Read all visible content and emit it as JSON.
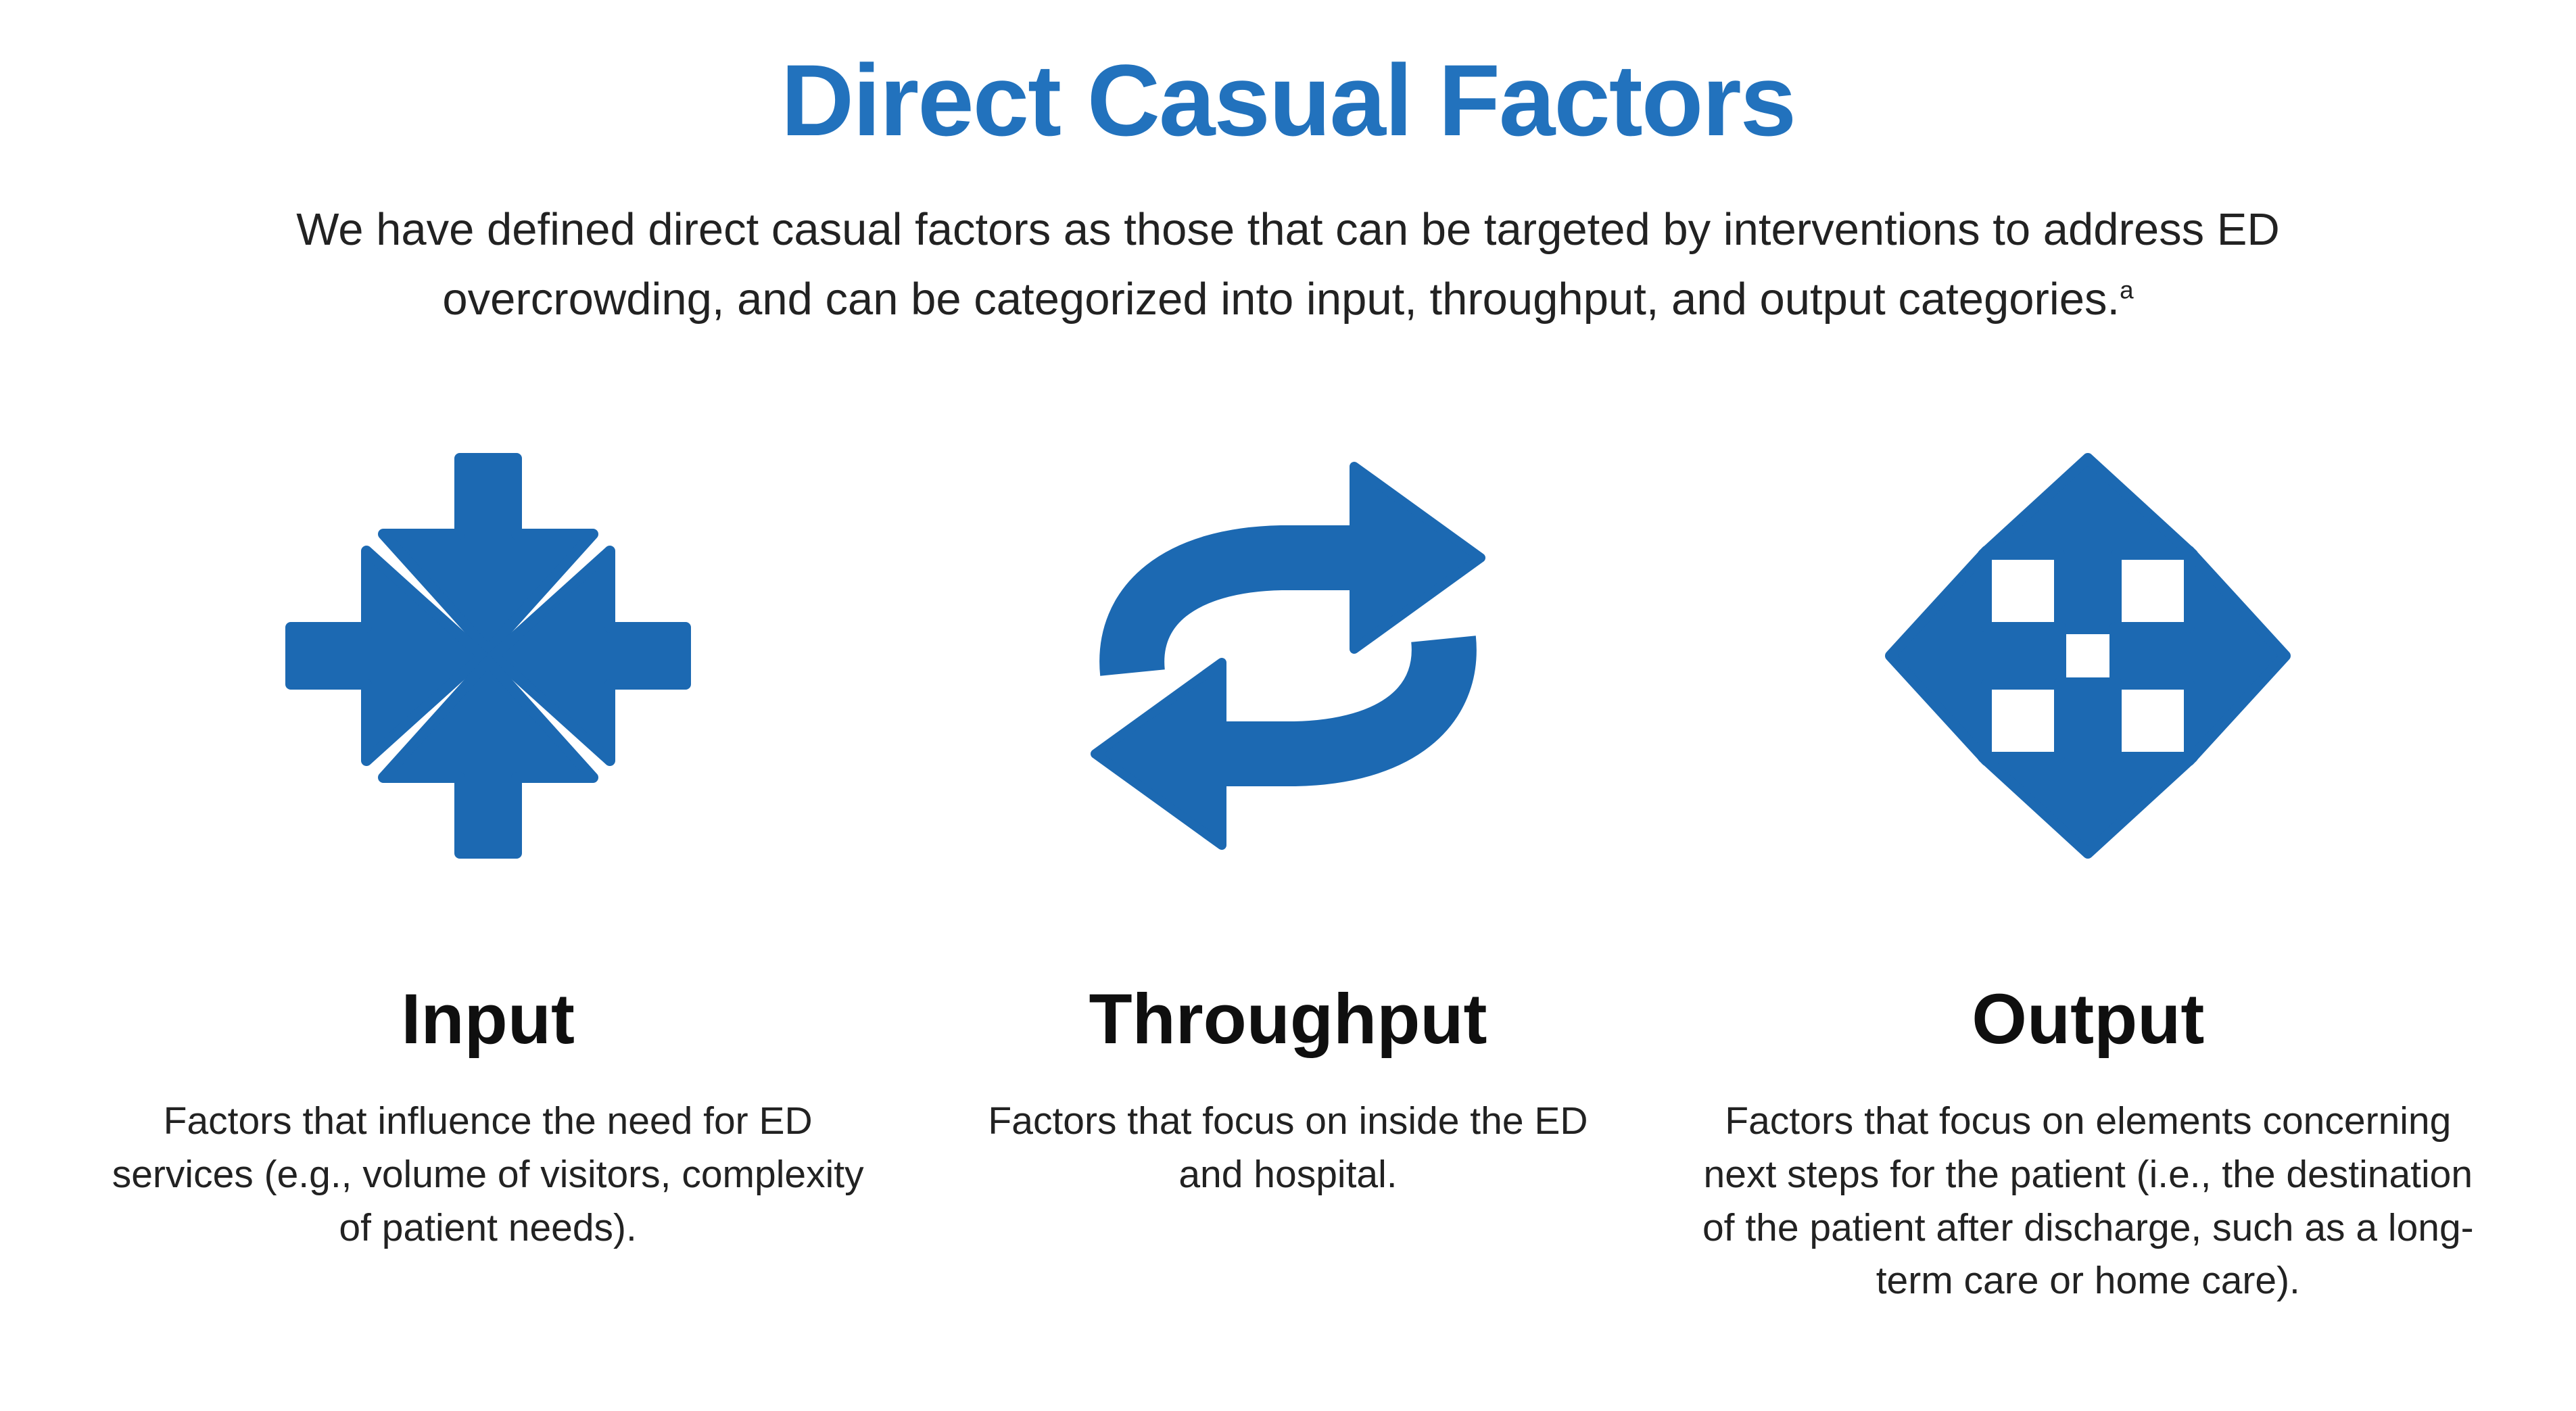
{
  "page": {
    "title": "Direct Casual Factors",
    "subtitle": "We have defined direct casual factors as those that can be targeted by interventions to address ED overcrowding, and can be categorized into input, throughput, and output categories.",
    "footnote_marker": "a"
  },
  "colors": {
    "title_blue": "#2272BD",
    "icon_blue": "#1C69B2",
    "heading_black": "#0F0F0F",
    "body_black": "#222222",
    "page_bg": "#FFFFFF"
  },
  "columns": [
    {
      "icon": "converge-arrows-icon",
      "heading": "Input",
      "description": "Factors that influence the need for ED services (e.g., volume of visitors, complexity of patient needs)."
    },
    {
      "icon": "cycle-arrows-icon",
      "heading": "Throughput",
      "description": "Factors that focus on inside the ED and hospital."
    },
    {
      "icon": "expand-arrows-icon",
      "heading": "Output",
      "description": "Factors that focus on elements concerning next steps for the patient (i.e., the destination of the patient after discharge, such as a long-term care or home care)."
    }
  ]
}
